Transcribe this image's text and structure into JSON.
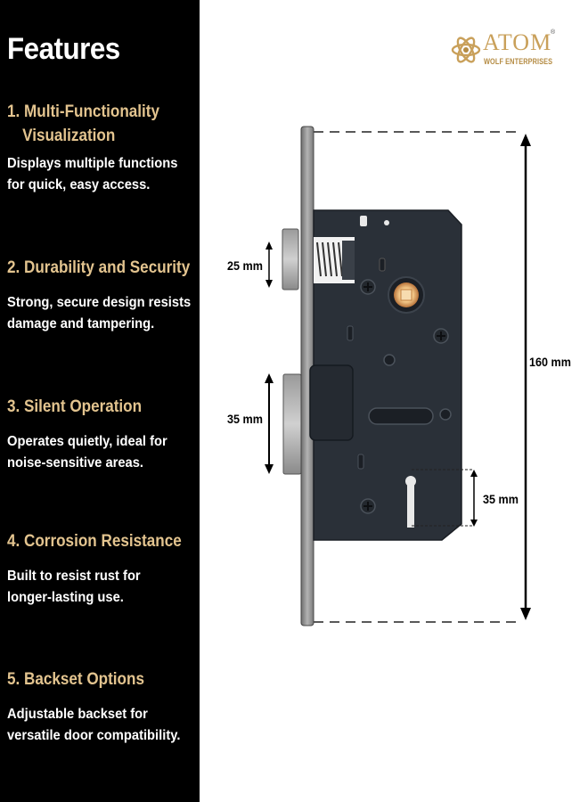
{
  "panel": {
    "title": "Features",
    "features": [
      {
        "heading": "1. Multi-Functionality",
        "heading_cont": "Visualization",
        "desc1": "Displays multiple functions",
        "desc2": "for quick, easy access."
      },
      {
        "heading": "2. Durability and Security",
        "desc1": "Strong, secure design resists",
        "desc2": "damage and tampering."
      },
      {
        "heading": "3. Silent Operation",
        "desc1": "Operates quietly, ideal for",
        "desc2": "noise-sensitive areas."
      },
      {
        "heading": "4. Corrosion Resistance",
        "desc1": "Built to resist rust for",
        "desc2": "longer-lasting use."
      },
      {
        "heading": "5. Backset Options",
        "desc1": "Adjustable backset for",
        "desc2": "versatile door compatibility."
      }
    ]
  },
  "logo": {
    "name": "ATOM",
    "subtitle": "WOLF ENTERPRISES",
    "registered": "®",
    "icon": "atom-icon"
  },
  "dimensions": {
    "latch_height": "25 mm",
    "deadbolt_height": "35 mm",
    "total_height": "160 mm",
    "keyhole_offset": "35 mm"
  },
  "colors": {
    "panel_background": "#000000",
    "heading_gold": "#e3c48f",
    "lock_body": "#2a3038",
    "faceplate": "#8c8c8c",
    "logo_gold": "#c9a05a"
  }
}
